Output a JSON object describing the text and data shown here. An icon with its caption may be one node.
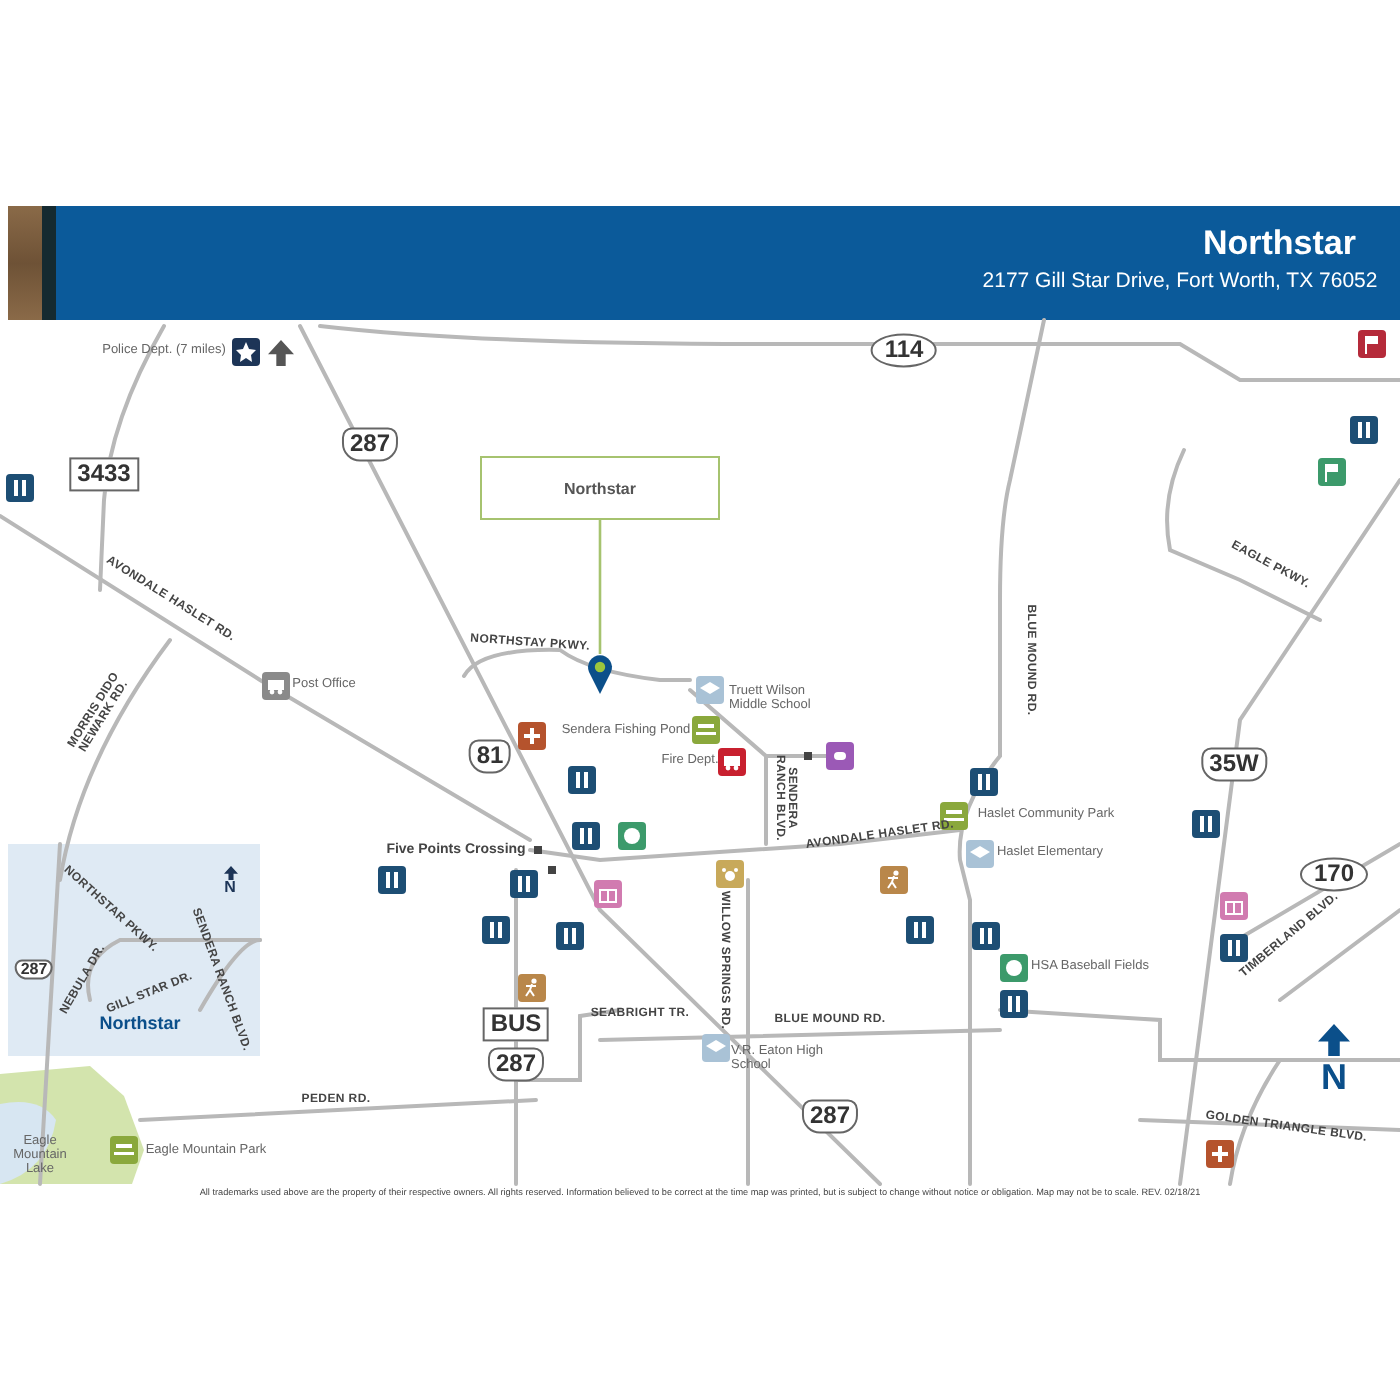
{
  "diagram": {
    "title": "Northstar",
    "nodes": [
      {
        "text": [
          "Northstar"
        ]
      },
      {
        "text": [],
        "shape": "pin"
      }
    ],
    "edges": [
      {
        "from": 0,
        "to": 1,
        "arrow": "none"
      }
    ],
    "labels": [
      "2177 Gill Star Drive, Fort Worth, TX 76052",
      "Police Dept. (7 miles)",
      "114",
      "287",
      "3433",
      "AVONDALE HASLET RD.",
      "NORTHSTAY PKWY.",
      "EAGLE PKWY.",
      "BLUE MOUND RD.",
      "Post Office",
      "MORRIS DIDO NEWARK RD.",
      "Truett Wilson Middle School",
      "Sendera Fishing Pond",
      "Fire Dept.",
      "SENDERA RANCH BLVD.",
      "81",
      "Haslet Community Park",
      "35W",
      "AVONDALE HASLET RD.",
      "Five Points Crossing",
      "Haslet Elementary",
      "N",
      "170",
      "WILLOW SPRINGS RD.",
      "NORTHSTAR PKWY.",
      "287",
      "NEBULA DR.",
      "GILL STAR DR.",
      "SENDERA RANCH BLVD.",
      "Northstar",
      "HSA Baseball Fields",
      "TIMBERLAND BLVD.",
      "SEABRIGHT TR.",
      "BLUE MOUND RD.",
      "BUS",
      "287",
      "V.R. Eaton High School",
      "N",
      "PEDEN RD.",
      "287",
      "GOLDEN TRIANGLE BLVD.",
      "Eagle Mountain Lake",
      "Eagle Mountain Park",
      "All trademarks used above are the property of their respective owners. All rights reserved. Information believed to be correct at the time map was printed, but is subject to change without notice or obligation. Map may not be to scale. REV. 02/18/21"
    ]
  }
}
